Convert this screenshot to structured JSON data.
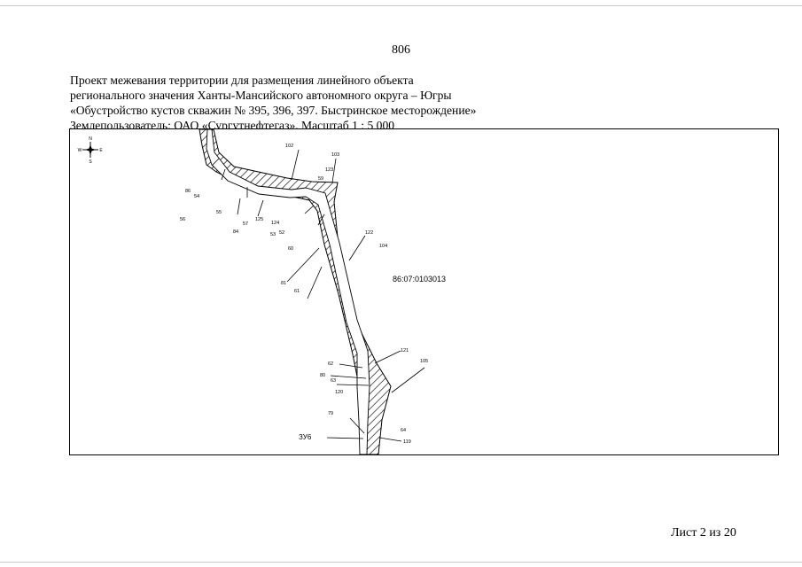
{
  "page_number": "806",
  "header": {
    "lines": [
      "Проект межевания территории для размещения линейного объекта",
      "регионального значения Ханты-Мансийского автономного округа – Югры",
      "«Обустройство кустов скважин № 395, 396, 397. Быстринское месторождение»",
      "Землепользователь: ОАО «Сургутнефтегаз». Масштаб 1 : 5 000"
    ]
  },
  "map": {
    "cadastral_number": "86:07:0103013",
    "zone_label": "ЗУ6",
    "compass": {
      "north": "N",
      "south": "S",
      "west": "W",
      "east": "E"
    },
    "point_labels": [
      "102",
      "103",
      "123",
      "59",
      "86",
      "54",
      "56",
      "55",
      "57",
      "125",
      "84",
      "124",
      "52",
      "53",
      "60",
      "122",
      "104",
      "81",
      "61",
      "62",
      "121",
      "105",
      "80",
      "63",
      "120",
      "79",
      "64",
      "119"
    ]
  },
  "footer": {
    "sheet_label": "Лист 2 из 20"
  }
}
